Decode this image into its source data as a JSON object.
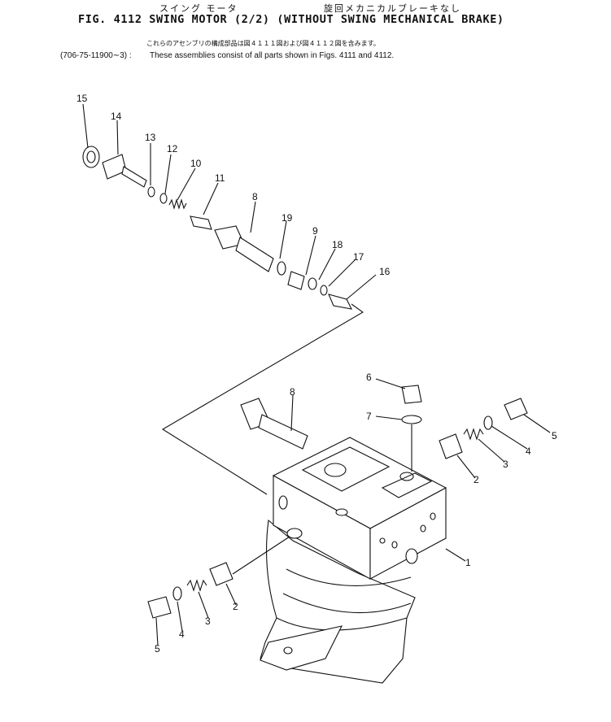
{
  "header": {
    "kana_left": "スイング モータ",
    "kana_right": "旋回メカニカルブレーキなし",
    "title": "FIG. 4112  SWING MOTOR (2/2) (WITHOUT SWING MECHANICAL BRAKE)",
    "note_jp": "これらのアセンブリの構成部品は図４１１１図および図４１１２図を含みます。",
    "note_serial": "(706-75-11900∼3) :",
    "note_en": "These assemblies consist of all parts shown in Figs. 4111 and 4112."
  },
  "callouts": {
    "c15": "15",
    "c14": "14",
    "c13": "13",
    "c12": "12",
    "c10": "10",
    "c11": "11",
    "c8a": "8",
    "c19": "19",
    "c9": "9",
    "c18": "18",
    "c17": "17",
    "c16": "16",
    "c6": "6",
    "c7": "7",
    "c8b": "8",
    "c5a": "5",
    "c4a": "4",
    "c3a": "3",
    "c2a": "2",
    "c1": "1",
    "c2b": "2",
    "c3b": "3",
    "c4b": "4",
    "c5b": "5"
  }
}
